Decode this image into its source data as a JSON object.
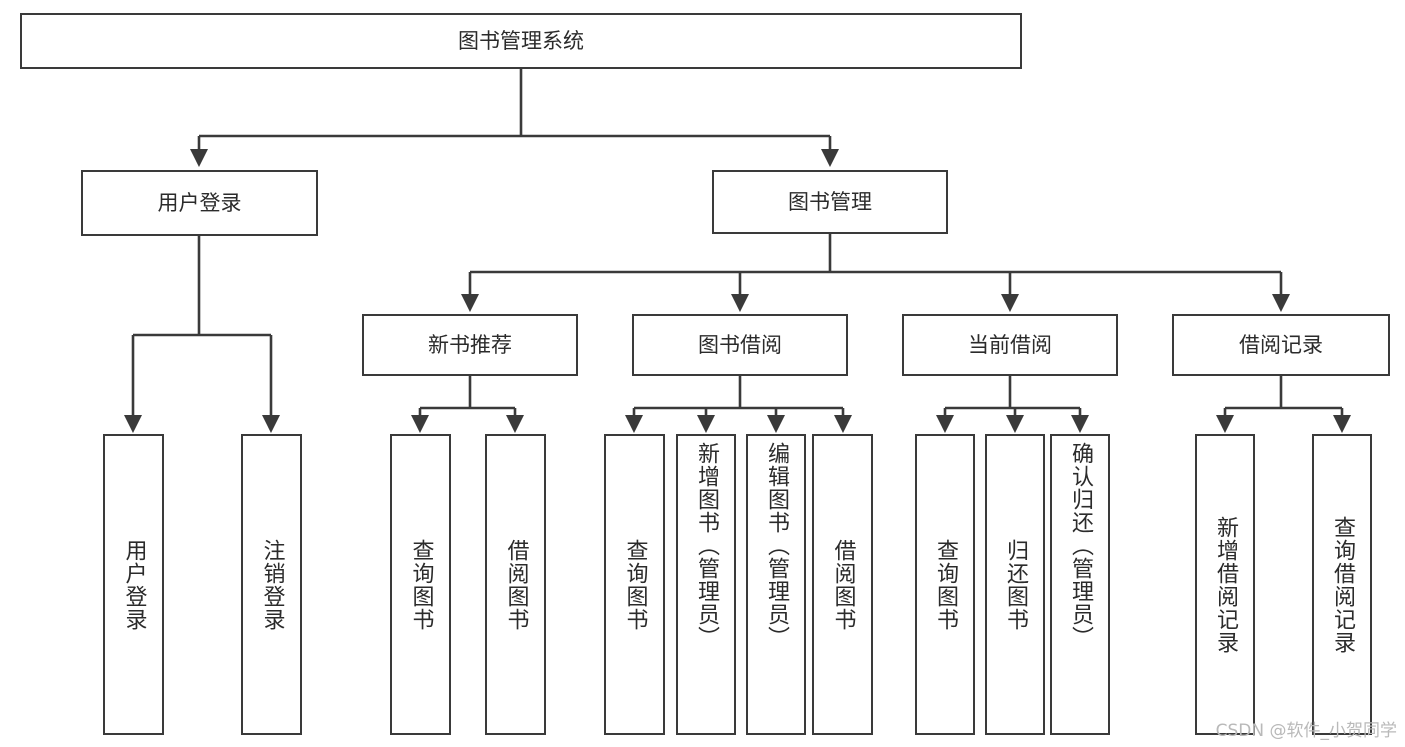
{
  "diagram": {
    "type": "tree-hierarchy",
    "title": "图书管理系统",
    "watermark": "CSDN @软件_小贺同学",
    "colors": {
      "box_border": "#3a3a3a",
      "box_fill": "#ffffff",
      "text": "#2b2b2b",
      "edge": "#3a3a3a",
      "watermark": "#b9b9b9",
      "background": "#ffffff"
    },
    "levels": {
      "level1": [
        {
          "id": "root",
          "label": "图书管理系统",
          "orientation": "horizontal"
        }
      ],
      "level2": [
        {
          "id": "user-login",
          "label": "用户登录",
          "orientation": "horizontal",
          "parent": "root"
        },
        {
          "id": "book-manage",
          "label": "图书管理",
          "orientation": "horizontal",
          "parent": "root"
        }
      ],
      "level3": [
        {
          "id": "new-book-rec",
          "label": "新书推荐",
          "orientation": "horizontal",
          "parent": "book-manage"
        },
        {
          "id": "book-borrow",
          "label": "图书借阅",
          "orientation": "horizontal",
          "parent": "book-manage"
        },
        {
          "id": "current-borrow",
          "label": "当前借阅",
          "orientation": "horizontal",
          "parent": "book-manage"
        },
        {
          "id": "borrow-record",
          "label": "借阅记录",
          "orientation": "horizontal",
          "parent": "book-manage"
        }
      ],
      "leaves": [
        {
          "id": "leaf-user-login",
          "label": "用户登录",
          "orientation": "vertical",
          "parent": "user-login"
        },
        {
          "id": "leaf-logout",
          "label": "注销登录",
          "orientation": "vertical",
          "parent": "user-login"
        },
        {
          "id": "leaf-query-book-1",
          "label": "查询图书",
          "orientation": "vertical",
          "parent": "new-book-rec"
        },
        {
          "id": "leaf-borrow-book-1",
          "label": "借阅图书",
          "orientation": "vertical",
          "parent": "new-book-rec"
        },
        {
          "id": "leaf-query-book-2",
          "label": "查询图书",
          "orientation": "vertical",
          "parent": "book-borrow"
        },
        {
          "id": "leaf-add-book",
          "label": "新增图书（管理员）",
          "orientation": "vertical",
          "parent": "book-borrow"
        },
        {
          "id": "leaf-edit-book",
          "label": "编辑图书（管理员）",
          "orientation": "vertical",
          "parent": "book-borrow"
        },
        {
          "id": "leaf-borrow-book-2",
          "label": "借阅图书",
          "orientation": "vertical",
          "parent": "book-borrow"
        },
        {
          "id": "leaf-query-book-3",
          "label": "查询图书",
          "orientation": "vertical",
          "parent": "current-borrow"
        },
        {
          "id": "leaf-return-book",
          "label": "归还图书",
          "orientation": "vertical",
          "parent": "current-borrow"
        },
        {
          "id": "leaf-confirm-return",
          "label": "确认归还（管理员）",
          "orientation": "vertical",
          "parent": "current-borrow"
        },
        {
          "id": "leaf-add-record",
          "label": "新增借阅记录",
          "orientation": "vertical",
          "parent": "borrow-record"
        },
        {
          "id": "leaf-query-record",
          "label": "查询借阅记录",
          "orientation": "vertical",
          "parent": "borrow-record"
        }
      ]
    }
  }
}
